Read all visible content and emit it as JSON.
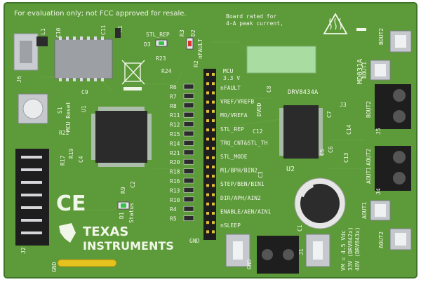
{
  "board": {
    "notice": "For evaluation only; not FCC approved for resale.",
    "rating_line1": "Board rated for",
    "rating_line2": "4-A peak current,",
    "model": "MD031A",
    "chip": "DRV8434A",
    "vm_line1": "VM = 4.5 Vdc",
    "vm_line2": "33V (DRV842x)",
    "vm_line3": "48V (DRV843x)"
  },
  "logo": {
    "brand1": "TEXAS",
    "brand2": "INSTRUMENTS",
    "ce": "CE"
  },
  "refs": {
    "l1": "L1",
    "c10": "C10",
    "c11": "C11",
    "r1": "R1",
    "r3": "R3",
    "r2": "R2",
    "stl_rep": "STL_REP",
    "d3": "D3",
    "d2": "D2",
    "nfault": "nFAULT",
    "r23": "R23",
    "r24": "R24",
    "j6": "J6",
    "c9": "C9",
    "u1": "U1",
    "s1": "S1",
    "mcu_reset": "MCU Reset",
    "r22": "R22",
    "c4": "C4",
    "r17": "R17",
    "r19": "R19",
    "r9": "R9",
    "c2": "C2",
    "d1": "D1",
    "status": "Status",
    "j2": "J2",
    "gnd_left": "GND",
    "c8": "C8",
    "dvdd": "DVDD",
    "c3": "C3",
    "c12": "C12",
    "c5": "C5",
    "c6": "C6",
    "u2": "U2",
    "c13": "C13",
    "c14": "C14",
    "c1": "C1",
    "gnd_bottom": "GND",
    "j1": "J1",
    "j3": "J3",
    "j4": "J4",
    "j5": "J5",
    "bout2_top": "BOUT2",
    "bout1_top": "BOUT1",
    "bout2_mid": "BOUT2",
    "aout2_mid": "AOUT2",
    "aout1_mid": "AOUT1",
    "aout1_low": "AOUT1",
    "aout2_low": "AOUT2",
    "c7": "C7"
  },
  "resistors": [
    "R6",
    "R7",
    "R8",
    "R11",
    "R12",
    "R15",
    "R14",
    "R21",
    "R20",
    "R18",
    "R16",
    "R13",
    "R10",
    "R4",
    "R5"
  ],
  "header_title": "MCU",
  "header_voltage": "3.3 V",
  "header_gnd": "GND",
  "signals": [
    "nFAULT",
    "VREF/VREFB",
    "MO/VREFA",
    "STL_REP",
    "TRQ_CNT&STL_TH",
    "STL_MODE",
    "M1/BPH/BIN2",
    "STEP/BEN/BIN1",
    "DIR/APH/AIN2",
    "ENABLE/AEN/AIN1",
    "nSLEEP"
  ],
  "colors": {
    "pcb": "#5d9a3a",
    "pcb_dark": "#3e7528",
    "silk": "#f1f7e8",
    "ic": "#2b2b2b"
  }
}
